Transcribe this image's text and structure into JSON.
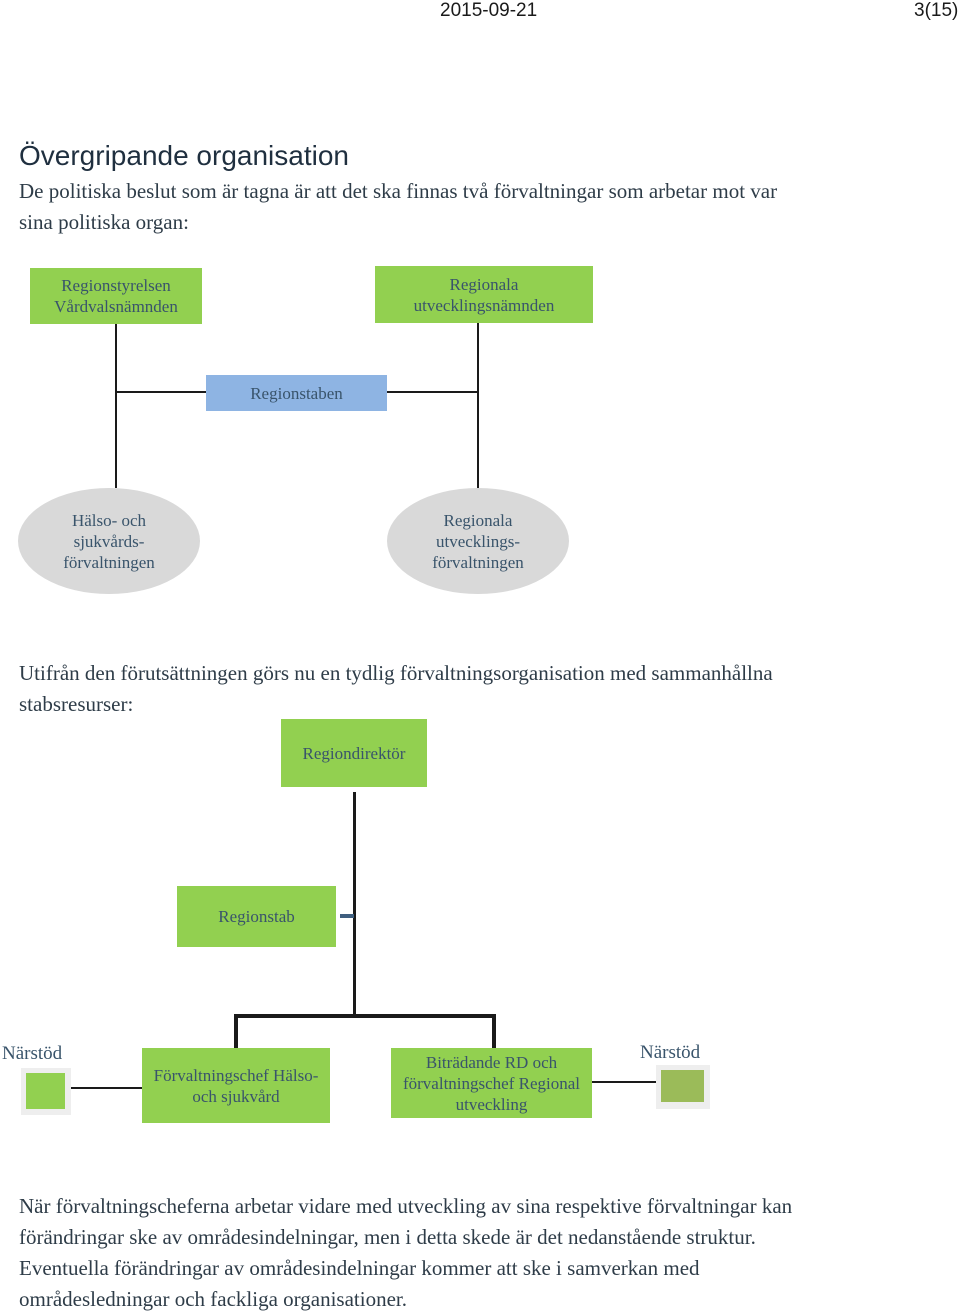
{
  "header": {
    "date": "2015-09-21",
    "page": "3(15)"
  },
  "heading": "Övergripande organisation",
  "intro": {
    "line1": "De politiska beslut som är tagna är att det ska finnas två förvaltningar som arbetar mot var",
    "line2": "sina politiska organ:"
  },
  "chart1": {
    "regionstyrelsen": {
      "line1": "Regionstyrelsen",
      "line2": "Vårdvalsnämnden"
    },
    "utvecklingsnamnden": {
      "line1": "Regionala",
      "line2": "utvecklingsnämnden"
    },
    "regionstaben": "Regionstaben",
    "halso": {
      "line1": "Hälso- och",
      "line2": "sjukvårds-",
      "line3": "förvaltningen"
    },
    "regionala_forv": {
      "line1": "Regionala",
      "line2": "utvecklings-",
      "line3": "förvaltningen"
    }
  },
  "middle": {
    "line1": "Utifrån den förutsättningen görs nu en tydlig förvaltningsorganisation med sammanhållna",
    "line2": "stabsresurser:"
  },
  "chart2": {
    "regiondirektor": "Regiondirektör",
    "regionstab": "Regionstab",
    "narstod_left": "Närstöd",
    "narstod_right": "Närstöd",
    "chef_halso": {
      "line1": "Förvaltningschef Hälso-",
      "line2": "och sjukvård"
    },
    "chef_regional": {
      "line1": "Biträdande RD och",
      "line2": "förvaltningschef Regional",
      "line3": "utveckling"
    }
  },
  "closing": {
    "line1": "När förvaltningscheferna arbetar vidare med utveckling av sina respektive förvaltningar kan",
    "line2": "förändringar ske av områdesindelningar, men i detta skede är det nedanstående struktur.",
    "line3": "Eventuella förändringar av områdesindelningar kommer att ske i samverkan med",
    "line4": "områdesledningar och fackliga organisationer."
  }
}
